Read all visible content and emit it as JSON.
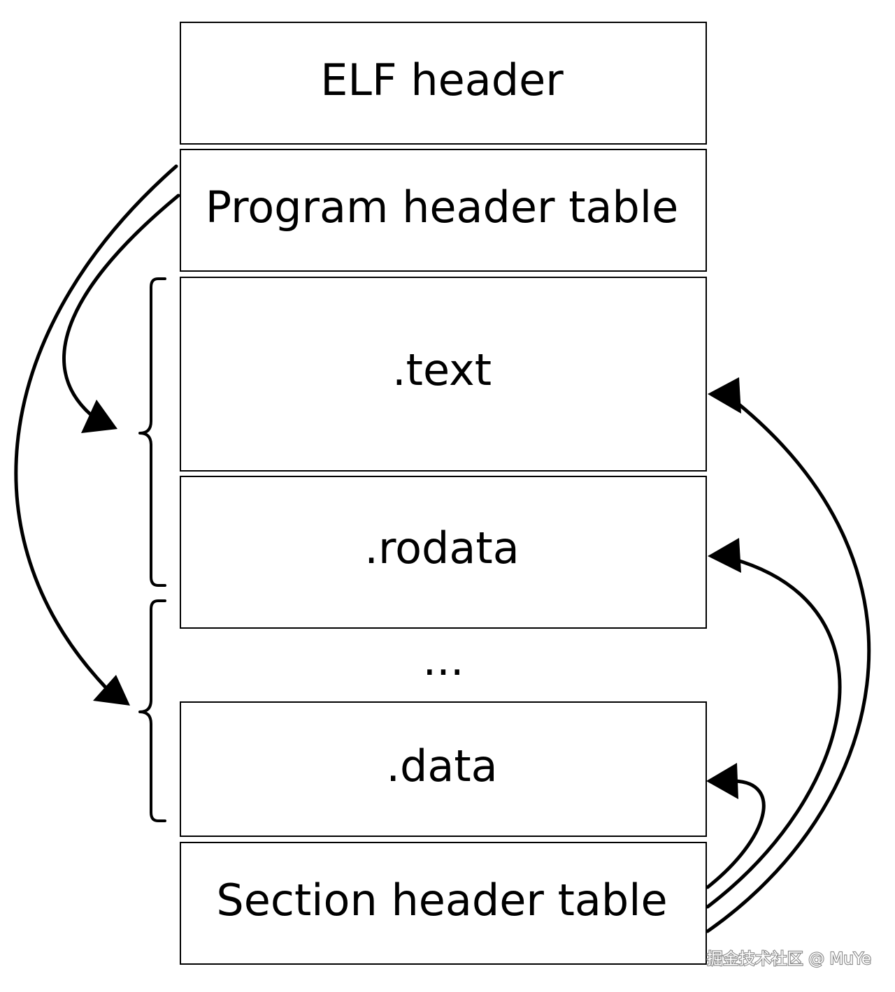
{
  "segments": [
    {
      "label": "ELF header"
    },
    {
      "label": "Program header table"
    },
    {
      "label": ".text"
    },
    {
      "label": ".rodata"
    },
    {
      "label": "..."
    },
    {
      "label": ".data"
    },
    {
      "label": "Section header table"
    }
  ],
  "watermark": "掘金技术社区 @ MuYe"
}
